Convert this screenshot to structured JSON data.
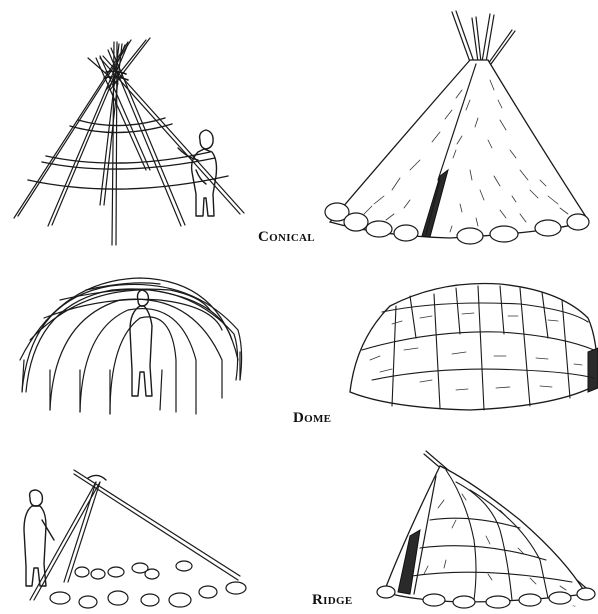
{
  "labels": {
    "conical": "Conical",
    "dome": "Dome",
    "ridge": "Ridge"
  },
  "colors": {
    "ink": "#1a1a1a",
    "background": "#ffffff"
  }
}
